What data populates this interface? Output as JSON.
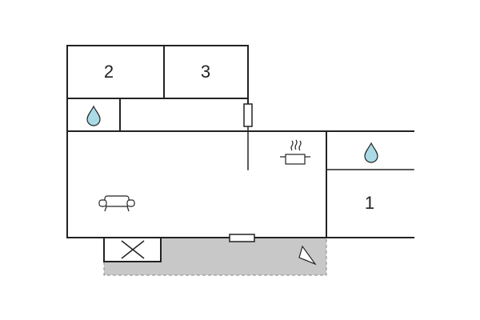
{
  "floorplan": {
    "rooms": [
      {
        "id": "bedroom-2",
        "label": "2"
      },
      {
        "id": "bedroom-3",
        "label": "3"
      },
      {
        "id": "bedroom-1",
        "label": "1"
      }
    ],
    "icons": {
      "bathroom": "water-drop-icon",
      "kitchen": "cooking-pot-icon",
      "living": "sofa-icon",
      "stairs": "stairs-cross-icon",
      "terrace": "parasol-icon"
    },
    "colors": {
      "wall": "#222222",
      "terrace_fill": "#c8c8c8",
      "terrace_border": "#888888",
      "water": "#a9dbe6",
      "background": "#ffffff"
    }
  }
}
